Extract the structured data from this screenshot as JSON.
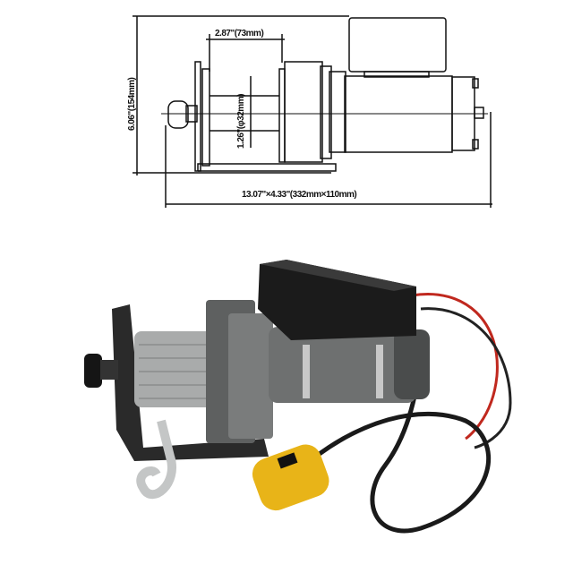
{
  "drawing": {
    "height_label": "6.06\"(154mm)",
    "drum_width_label": "2.87\"(73mm)",
    "drum_diameter_label": "1.26\"(φ32mm)",
    "overall_label": "13.07\"×4.33\"(332mm×110mm)"
  },
  "colors": {
    "line": "#111111",
    "remote": "#e8b418",
    "body": "#6e7070",
    "cable": "#9a9a9a",
    "wire_red": "#c0281e"
  }
}
